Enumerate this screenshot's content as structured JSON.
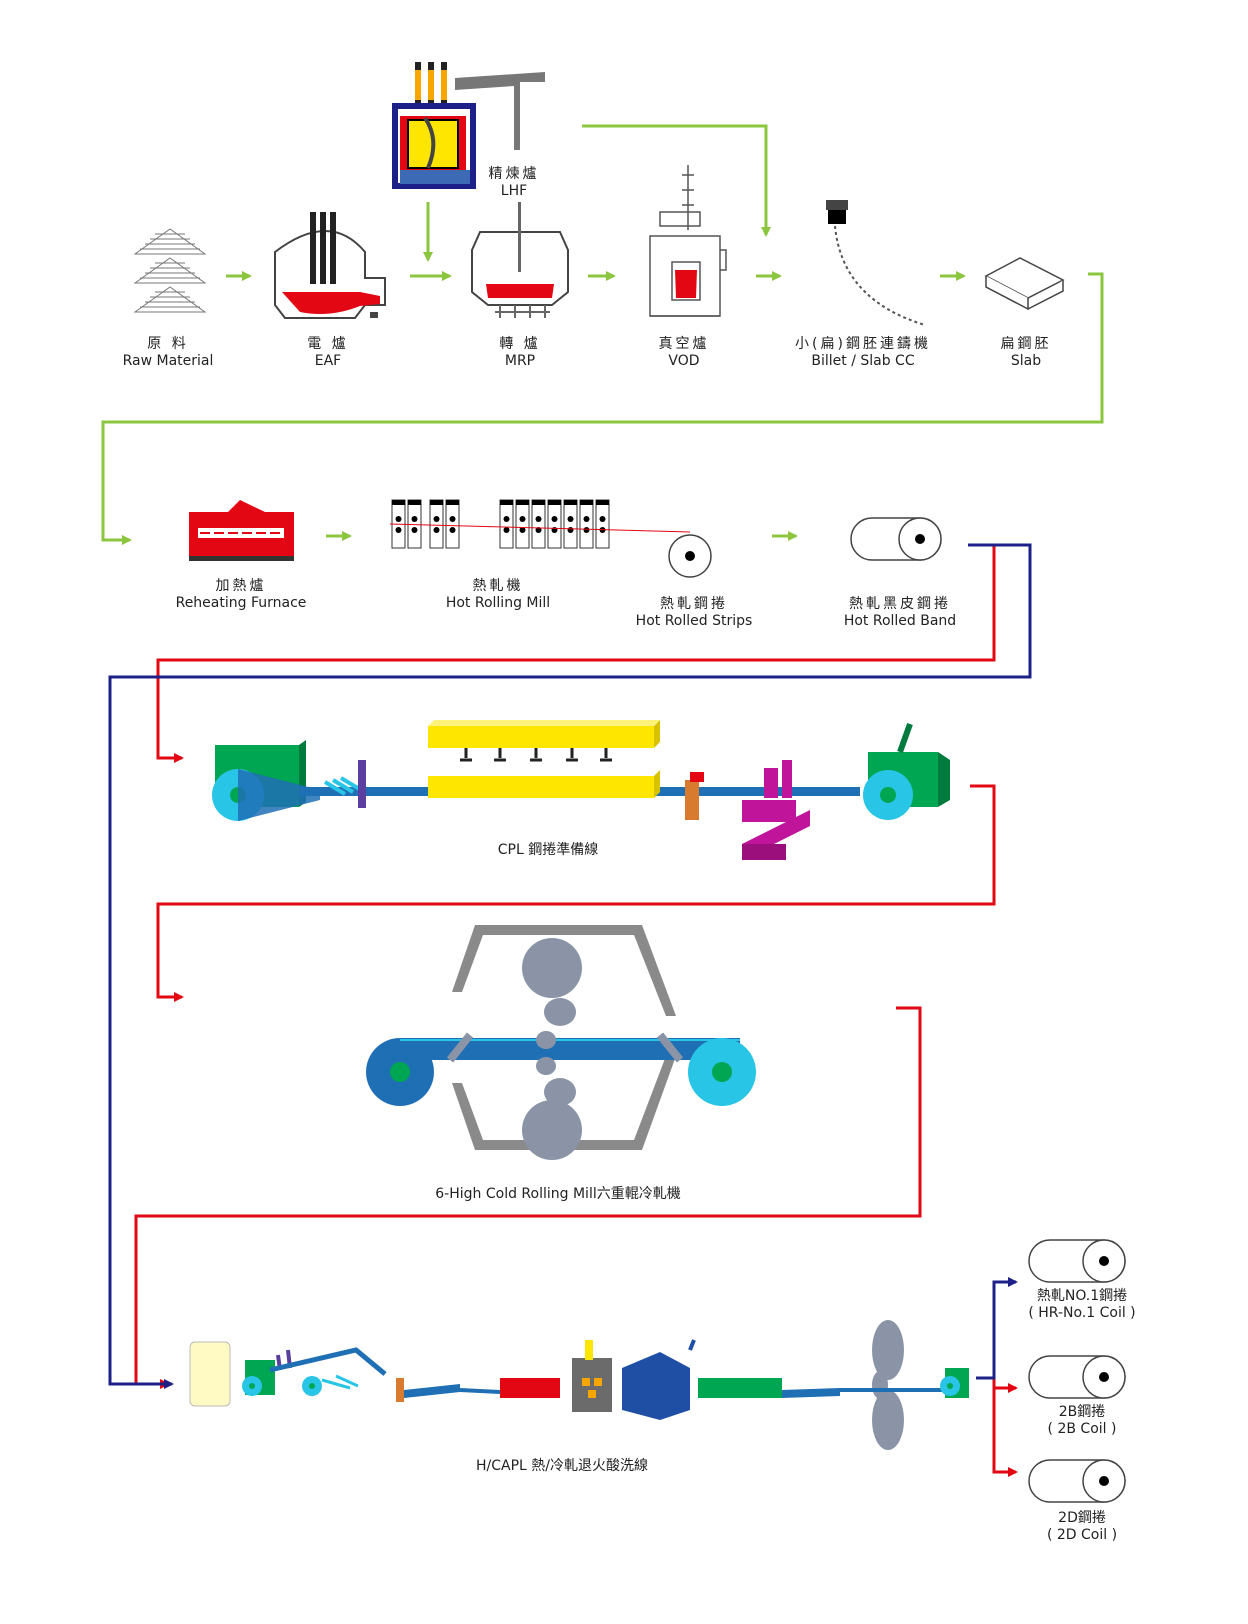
{
  "colors": {
    "green_arrow": "#8cc63f",
    "red_line": "#e30613",
    "blue_line": "#1d2088",
    "molten": "#e30613",
    "yellow": "#ffe600",
    "machine_green": "#00a651",
    "roll_blue": "#1f6fb5",
    "cyan": "#29c5e6",
    "grey_roll": "#8a94a6"
  },
  "stages": {
    "raw": {
      "zh": "原 料",
      "en": "Raw Material"
    },
    "eaf": {
      "zh": "電 爐",
      "en": "EAF"
    },
    "lhf": {
      "zh": "精煉爐",
      "en": "LHF"
    },
    "mrp": {
      "zh": "轉 爐",
      "en": "MRP"
    },
    "vod": {
      "zh": "真空爐",
      "en": "VOD"
    },
    "cc": {
      "zh": "小(扁)鋼胚連鑄機",
      "en": "Billet / Slab CC"
    },
    "slab": {
      "zh": "扁鋼胚",
      "en": "Slab"
    },
    "reheat": {
      "zh": "加熱爐",
      "en": "Reheating Furnace"
    },
    "hrm": {
      "zh": "熱軋機",
      "en": "Hot Rolling Mill"
    },
    "hrs": {
      "zh": "熱軋鋼捲",
      "en": "Hot Rolled Strips"
    },
    "hrb": {
      "zh": "熱軋黑皮鋼捲",
      "en": "Hot Rolled Band"
    },
    "cpl": {
      "label": "CPL 鋼捲準備線"
    },
    "mill6": {
      "label": "6-High Cold Rolling Mill六重輥冷軋機"
    },
    "hcapl": {
      "label": "H/CAPL 熱/冷軋退火酸洗線"
    },
    "hr_no1": {
      "zh": "熱軋NO.1鋼捲",
      "en": "( HR-No.1 Coil )"
    },
    "coil_2b": {
      "zh": "2B鋼捲",
      "en": "( 2B Coil )"
    },
    "coil_2d": {
      "zh": "2D鋼捲",
      "en": "( 2D Coil )"
    }
  }
}
